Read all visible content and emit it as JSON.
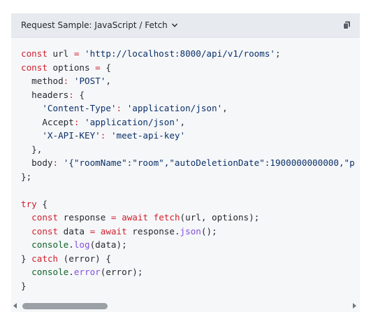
{
  "header": {
    "title": "Request Sample: JavaScript / Fetch",
    "dropdown_icon": "chevron-down-icon",
    "copy_icon": "copy-icon"
  },
  "code": {
    "language": "javascript",
    "lines": [
      [
        [
          "kw",
          "const"
        ],
        [
          "p",
          " url "
        ],
        [
          "kw",
          "="
        ],
        [
          "p",
          " "
        ],
        [
          "str",
          "'http://localhost:8000/api/v1/rooms'"
        ],
        [
          "p",
          ";"
        ]
      ],
      [
        [
          "kw",
          "const"
        ],
        [
          "p",
          " options "
        ],
        [
          "kw",
          "="
        ],
        [
          "p",
          " {"
        ]
      ],
      [
        [
          "p",
          "  method"
        ],
        [
          "kw",
          ":"
        ],
        [
          "p",
          " "
        ],
        [
          "str",
          "'POST'"
        ],
        [
          "p",
          ","
        ]
      ],
      [
        [
          "p",
          "  headers"
        ],
        [
          "kw",
          ":"
        ],
        [
          "p",
          " {"
        ]
      ],
      [
        [
          "p",
          "    "
        ],
        [
          "str",
          "'Content-Type'"
        ],
        [
          "kw",
          ":"
        ],
        [
          "p",
          " "
        ],
        [
          "str",
          "'application/json'"
        ],
        [
          "p",
          ","
        ]
      ],
      [
        [
          "p",
          "    Accept"
        ],
        [
          "kw",
          ":"
        ],
        [
          "p",
          " "
        ],
        [
          "str",
          "'application/json'"
        ],
        [
          "p",
          ","
        ]
      ],
      [
        [
          "p",
          "    "
        ],
        [
          "str",
          "'X-API-KEY'"
        ],
        [
          "kw",
          ":"
        ],
        [
          "p",
          " "
        ],
        [
          "str",
          "'meet-api-key'"
        ]
      ],
      [
        [
          "p",
          "  },"
        ]
      ],
      [
        [
          "p",
          "  body"
        ],
        [
          "kw",
          ":"
        ],
        [
          "p",
          " "
        ],
        [
          "str",
          "'{\"roomName\":\"room\",\"autoDeletionDate\":1900000000000,\"p"
        ]
      ],
      [
        [
          "p",
          "};"
        ]
      ],
      [
        [
          "p",
          ""
        ]
      ],
      [
        [
          "kw",
          "try"
        ],
        [
          "p",
          " {"
        ]
      ],
      [
        [
          "p",
          "  "
        ],
        [
          "kw",
          "const"
        ],
        [
          "p",
          " response "
        ],
        [
          "kw",
          "="
        ],
        [
          "p",
          " "
        ],
        [
          "kw",
          "await"
        ],
        [
          "p",
          " "
        ],
        [
          "kw",
          "fetch"
        ],
        [
          "p",
          "(url, options);"
        ]
      ],
      [
        [
          "p",
          "  "
        ],
        [
          "kw",
          "const"
        ],
        [
          "p",
          " data "
        ],
        [
          "kw",
          "="
        ],
        [
          "p",
          " "
        ],
        [
          "kw",
          "await"
        ],
        [
          "p",
          " response."
        ],
        [
          "fn",
          "json"
        ],
        [
          "p",
          "();"
        ]
      ],
      [
        [
          "p",
          "  "
        ],
        [
          "obj",
          "console"
        ],
        [
          "p",
          "."
        ],
        [
          "fn",
          "log"
        ],
        [
          "p",
          "(data);"
        ]
      ],
      [
        [
          "p",
          "} "
        ],
        [
          "kw",
          "catch"
        ],
        [
          "p",
          " (error) {"
        ]
      ],
      [
        [
          "p",
          "  "
        ],
        [
          "obj",
          "console"
        ],
        [
          "p",
          "."
        ],
        [
          "fn",
          "error"
        ],
        [
          "p",
          "(error);"
        ]
      ],
      [
        [
          "p",
          "}"
        ]
      ]
    ]
  },
  "scrollbar": {
    "position": 0
  }
}
